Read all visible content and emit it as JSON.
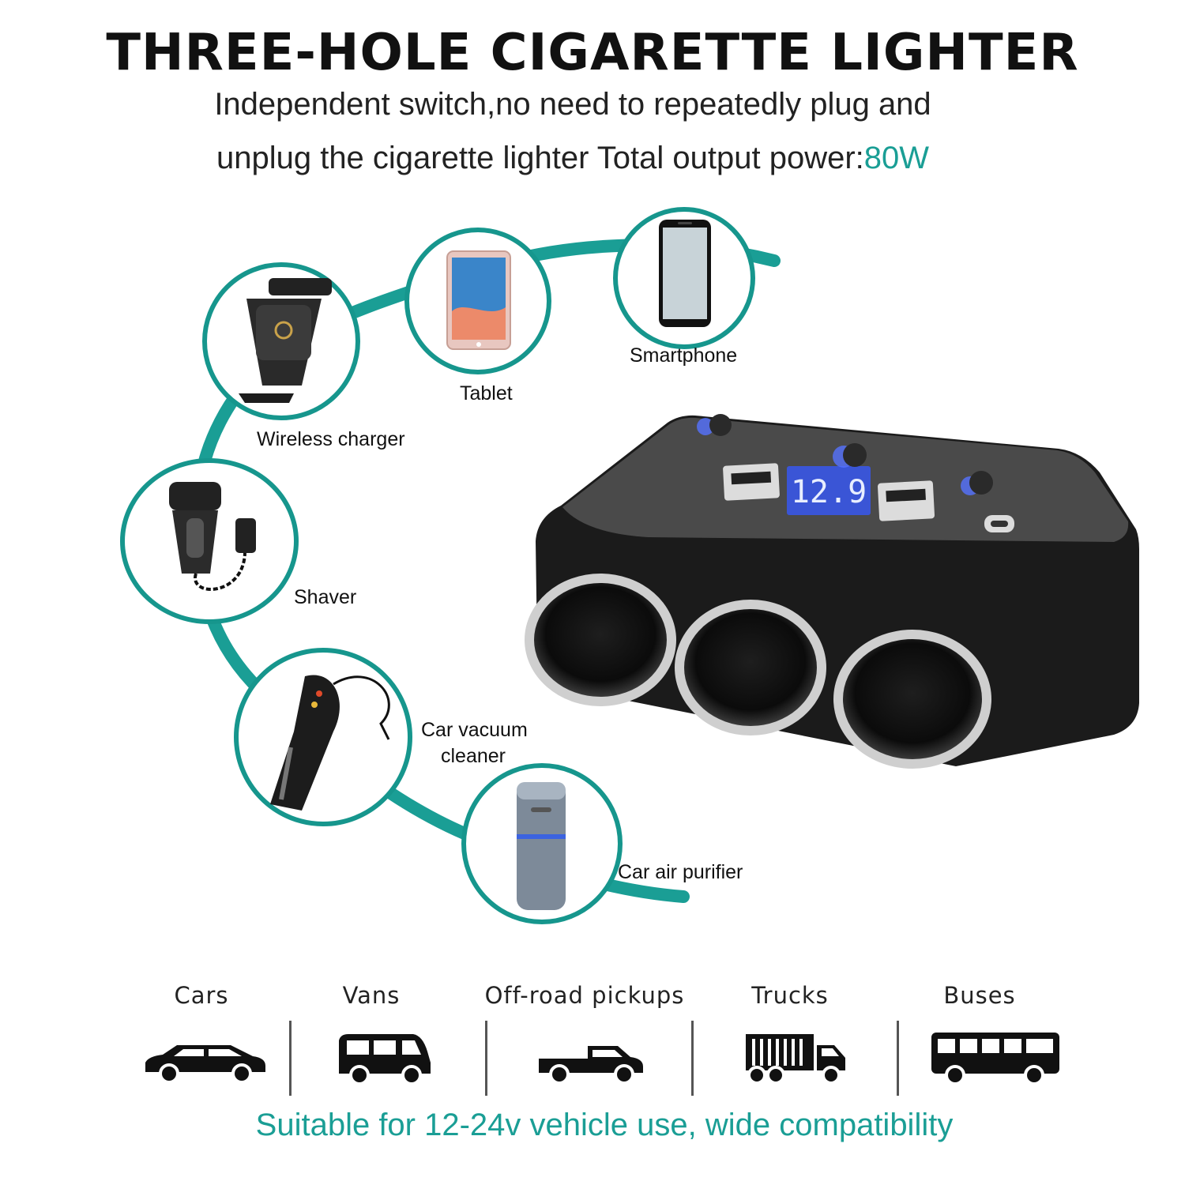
{
  "header": {
    "title": "THREE-HOLE CIGARETTE LIGHTER",
    "subtitle_line1": "Independent switch,no need to repeatedly plug and",
    "subtitle_line2_prefix": "unplug the cigarette lighter Total output power:",
    "subtitle_line2_highlight": "80W"
  },
  "devices": [
    {
      "label": "Tablet",
      "icon": "tablet-icon"
    },
    {
      "label": "Smartphone",
      "icon": "smartphone-icon"
    },
    {
      "label": "Wireless charger",
      "icon": "wireless-charger-icon"
    },
    {
      "label": "Shaver",
      "icon": "shaver-icon"
    },
    {
      "label": "Car vacuum",
      "label_line2": "cleaner",
      "icon": "vacuum-icon"
    },
    {
      "label": "Car air purifier",
      "icon": "air-purifier-icon"
    }
  ],
  "product": {
    "display_value": "12.9",
    "icon": "cigarette-lighter-socket-icon"
  },
  "vehicles": [
    {
      "label": "Cars",
      "icon": "car-icon"
    },
    {
      "label": "Vans",
      "icon": "van-icon"
    },
    {
      "label": "Off-road pickups",
      "icon": "pickup-icon"
    },
    {
      "label": "Trucks",
      "icon": "truck-icon"
    },
    {
      "label": "Buses",
      "icon": "bus-icon"
    }
  ],
  "footer": "Suitable for 12-24v vehicle use, wide compatibility",
  "colors": {
    "accent": "#1a9e95",
    "ring": "#16968d",
    "display": "#3a55d6"
  }
}
